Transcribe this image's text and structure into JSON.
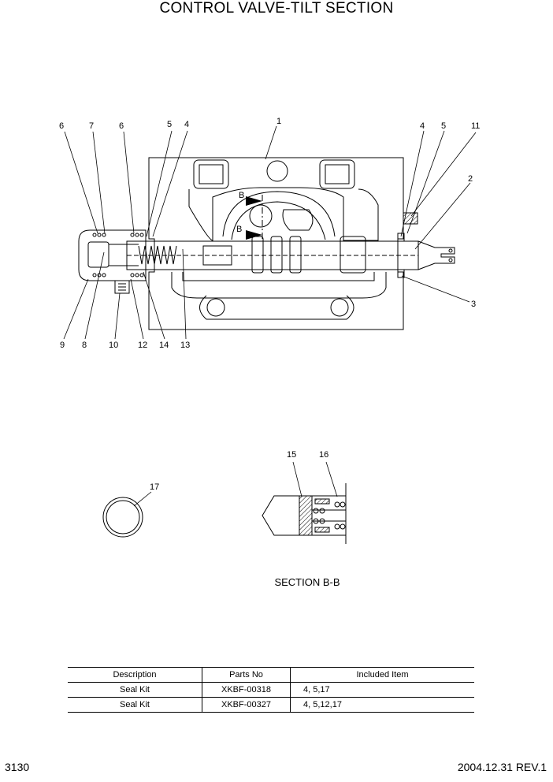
{
  "title": "CONTROL VALVE-TILT SECTION",
  "callouts": {
    "main": [
      "6",
      "7",
      "6",
      "5",
      "4",
      "1",
      "4",
      "5",
      "11",
      "2",
      "3",
      "9",
      "8",
      "10",
      "12",
      "14",
      "13"
    ],
    "section_markers": [
      "B",
      "B"
    ],
    "detail": [
      "17",
      "15",
      "16"
    ]
  },
  "section_label": "SECTION B-B",
  "table": {
    "headers": [
      "Description",
      "Parts No",
      "Included Item"
    ],
    "rows": [
      [
        "Seal Kit",
        "XKBF-00318",
        "4, 5,17"
      ],
      [
        "Seal Kit",
        "XKBF-00327",
        "4, 5,12,17"
      ]
    ]
  },
  "footer": {
    "page_number": "3130",
    "date_rev": "2004.12.31  REV.1"
  }
}
